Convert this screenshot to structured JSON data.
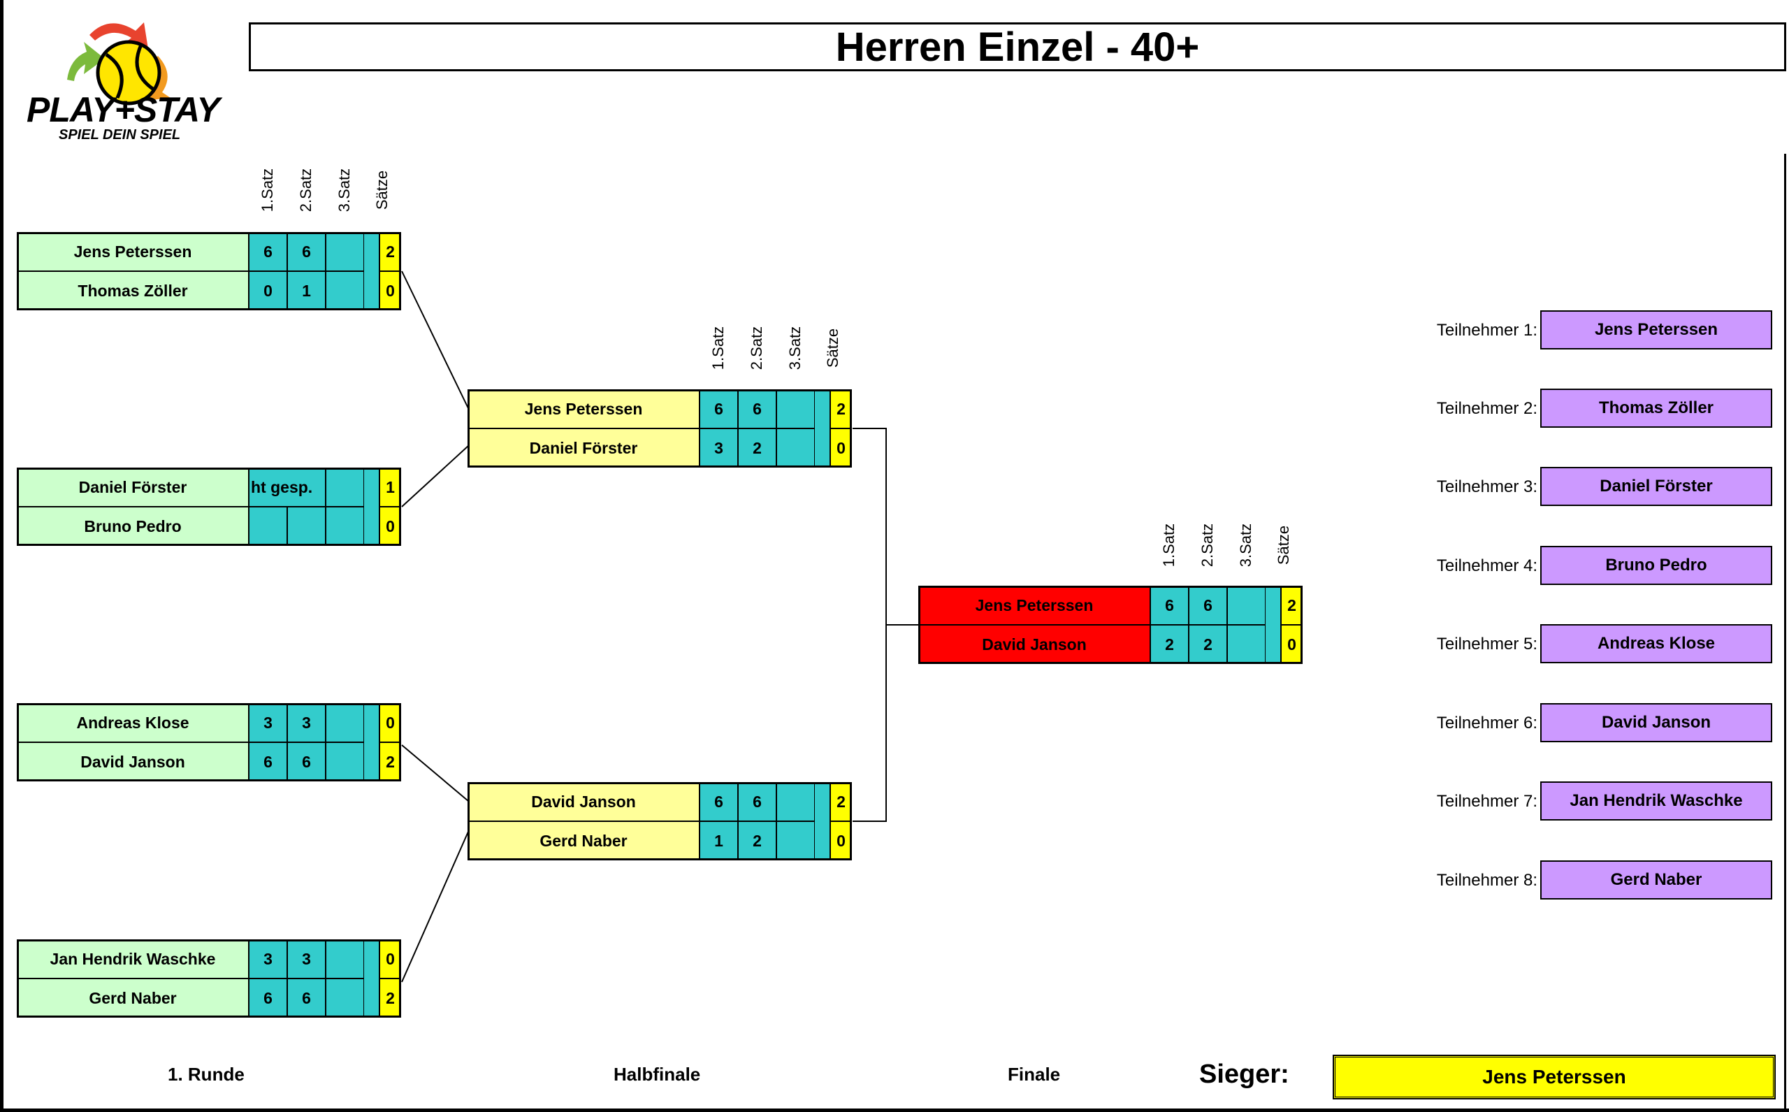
{
  "title": "Herren Einzel - 40+",
  "logo": {
    "brand": "PLAY+STAY",
    "slogan": "SPIEL DEIN SPIEL"
  },
  "column_headers": [
    "1.Satz",
    "2.Satz",
    "3.Satz",
    "Sätze"
  ],
  "round1": [
    {
      "players": [
        {
          "name": "Jens Peterssen",
          "s1": "6",
          "s2": "6",
          "s3": "",
          "sets": "2"
        },
        {
          "name": "Thomas Zöller",
          "s1": "0",
          "s2": "1",
          "s3": "",
          "sets": "0"
        }
      ]
    },
    {
      "players": [
        {
          "name": "Daniel Förster",
          "s1": "ht gesp.",
          "s2": "",
          "s3": "",
          "sets": "1"
        },
        {
          "name": "Bruno Pedro",
          "s1": "",
          "s2": "",
          "s3": "",
          "sets": "0"
        }
      ]
    },
    {
      "players": [
        {
          "name": "Andreas Klose",
          "s1": "3",
          "s2": "3",
          "s3": "",
          "sets": "0"
        },
        {
          "name": "David Janson",
          "s1": "6",
          "s2": "6",
          "s3": "",
          "sets": "2"
        }
      ]
    },
    {
      "players": [
        {
          "name": "Jan Hendrik Waschke",
          "s1": "3",
          "s2": "3",
          "s3": "",
          "sets": "0"
        },
        {
          "name": "Gerd Naber",
          "s1": "6",
          "s2": "6",
          "s3": "",
          "sets": "2"
        }
      ]
    }
  ],
  "semifinal": [
    {
      "players": [
        {
          "name": "Jens Peterssen",
          "s1": "6",
          "s2": "6",
          "s3": "",
          "sets": "2"
        },
        {
          "name": "Daniel Förster",
          "s1": "3",
          "s2": "2",
          "s3": "",
          "sets": "0"
        }
      ]
    },
    {
      "players": [
        {
          "name": "David Janson",
          "s1": "6",
          "s2": "6",
          "s3": "",
          "sets": "2"
        },
        {
          "name": "Gerd Naber",
          "s1": "1",
          "s2": "2",
          "s3": "",
          "sets": "0"
        }
      ]
    }
  ],
  "final": {
    "players": [
      {
        "name": "Jens Peterssen",
        "s1": "6",
        "s2": "6",
        "s3": "",
        "sets": "2"
      },
      {
        "name": "David Janson",
        "s1": "2",
        "s2": "2",
        "s3": "",
        "sets": "0"
      }
    ]
  },
  "participants": [
    {
      "label": "Teilnehmer 1:",
      "name": "Jens Peterssen"
    },
    {
      "label": "Teilnehmer 2:",
      "name": "Thomas Zöller"
    },
    {
      "label": "Teilnehmer 3:",
      "name": "Daniel Förster"
    },
    {
      "label": "Teilnehmer 4:",
      "name": "Bruno Pedro"
    },
    {
      "label": "Teilnehmer 5:",
      "name": "Andreas Klose"
    },
    {
      "label": "Teilnehmer 6:",
      "name": "David Janson"
    },
    {
      "label": "Teilnehmer 7:",
      "name": "Jan Hendrik Waschke"
    },
    {
      "label": "Teilnehmer 8:",
      "name": "Gerd Naber"
    }
  ],
  "round_labels": {
    "round1": "1. Runde",
    "semifinal": "Halbfinale",
    "final": "Finale"
  },
  "winner": {
    "label": "Sieger:",
    "name": "Jens Peterssen"
  },
  "colors": {
    "round1_name": "#ccffcc",
    "semifinal_name": "#ffff99",
    "final_name": "#ff0000",
    "set_cells": "#33cccc",
    "sets_total": "#ffff00",
    "participant": "#cc99ff",
    "winner": "#ffff00"
  }
}
